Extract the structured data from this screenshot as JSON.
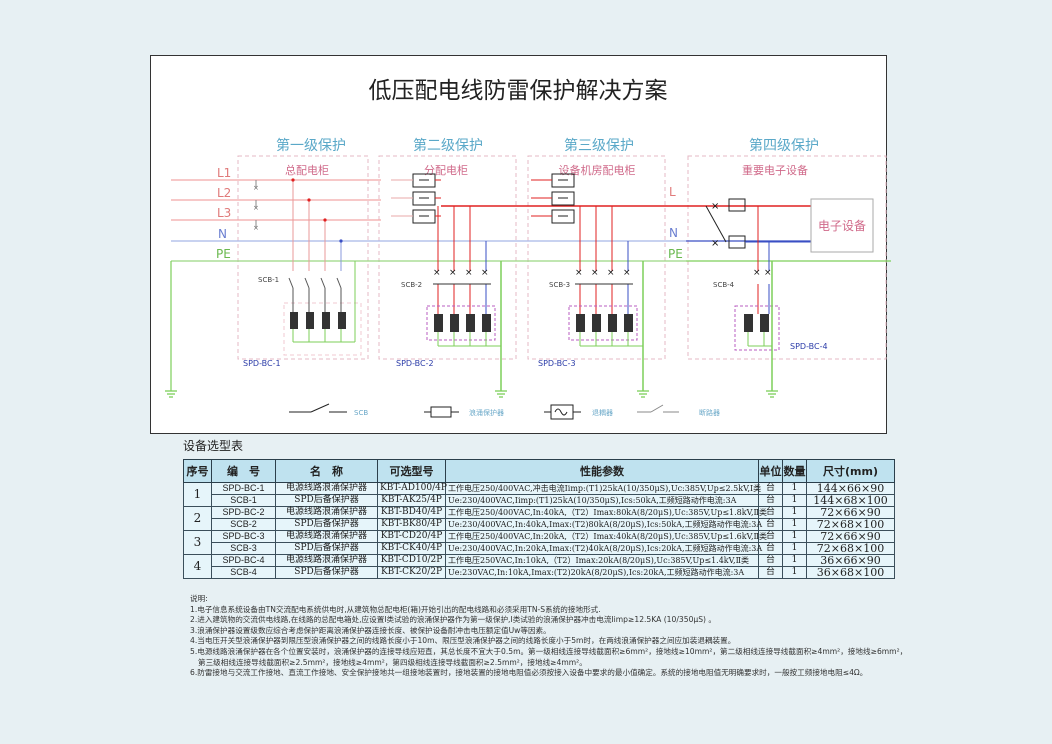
{
  "diagram": {
    "title": "低压配电线防雷保护解决方案",
    "levels": [
      {
        "name": "第一级保护",
        "cabinet": "总配电柜",
        "scb": "SCB-1",
        "spd": "SPD-BC-1"
      },
      {
        "name": "第二级保护",
        "cabinet": "分配电柜",
        "scb": "SCB-2",
        "spd": "SPD-BC-2"
      },
      {
        "name": "第三级保护",
        "cabinet": "设备机房配电柜",
        "scb": "SCB-3",
        "spd": "SPD-BC-3"
      },
      {
        "name": "第四级保护",
        "cabinet": "重要电子设备",
        "scb": "SCB-4",
        "spd": "SPD-BC-4"
      }
    ],
    "lines": [
      "L1",
      "L2",
      "L3",
      "N",
      "PE"
    ],
    "right_lines": [
      "L",
      "N",
      "PE"
    ],
    "device_label": "电子设备",
    "legend": {
      "scb": "SCB",
      "spd": "浪涌保护器",
      "decoupler": "退耦器",
      "breaker": "断路器"
    },
    "colors": {
      "L1": "#f0a4a4",
      "L2": "#f0a4a4",
      "L3": "#f0a4a4",
      "L": "#e02020",
      "N": "#3a4fc4",
      "PE": "#7dcf5a",
      "level_title": "#5aa8c8",
      "cabinet_title": "#d06a8a",
      "box_dash": "#e8c0c8",
      "spd_box": "#b85cc0"
    }
  },
  "table": {
    "title": "设备选型表",
    "headers": [
      "序号",
      "编　号",
      "名　称",
      "可选型号",
      "性能参数",
      "单位",
      "数量",
      "尺寸(mm)"
    ],
    "groups": [
      {
        "no": "1",
        "rows": [
          {
            "code": "SPD-BC-1",
            "name": "电源线路浪涌保护器",
            "model": "KBT-AD100/4P",
            "params": "工作电压250/400VAC,冲击电流Iimp:(T1)25kA(10/350μS),Uc:385V,Up≤2.5kV,I类",
            "unit": "台",
            "qty": "1",
            "size": "144×66×90"
          },
          {
            "code": "SCB-1",
            "name": "SPD后备保护器",
            "model": "KBT-AK25/4P",
            "params": "Ue:230/400VAC,Iimp:(T1)25kA(10/350μS),Ics:50kA,工频短路动作电流:3A",
            "unit": "台",
            "qty": "1",
            "size": "144×68×100"
          }
        ]
      },
      {
        "no": "2",
        "rows": [
          {
            "code": "SPD-BC-2",
            "name": "电源线路浪涌保护器",
            "model": "KBT-BD40/4P",
            "params": "工作电压250/400VAC,In:40kA,（T2）Imax:80kA(8/20μS),Uc:385V,Up≤1.8kV,Ⅱ类",
            "unit": "台",
            "qty": "1",
            "size": "72×66×90"
          },
          {
            "code": "SCB-2",
            "name": "SPD后备保护器",
            "model": "KBT-BK80/4P",
            "params": "Ue:230/400VAC,In:40kA,Imax:(T2)80kA(8/20μS),Ics:50kA,工频短路动作电流:3A",
            "unit": "台",
            "qty": "1",
            "size": "72×68×100"
          }
        ]
      },
      {
        "no": "3",
        "rows": [
          {
            "code": "SPD-BC-3",
            "name": "电源线路浪涌保护器",
            "model": "KBT-CD20/4P",
            "params": "工作电压250/400VAC,In:20kA,（T2）Imax:40kA(8/20μS),Uc:385V,Up≤1.6kV,Ⅱ类",
            "unit": "台",
            "qty": "1",
            "size": "72×66×90"
          },
          {
            "code": "SCB-3",
            "name": "SPD后备保护器",
            "model": "KBT-CK40/4P",
            "params": "Ue:230/400VAC,In:20kA,Imax:(T2)40kA(8/20μS),Ics:20kA,工频短路动作电流:3A",
            "unit": "台",
            "qty": "1",
            "size": "72×68×100"
          }
        ]
      },
      {
        "no": "4",
        "rows": [
          {
            "code": "SPD-BC-4",
            "name": "电源线路浪涌保护器",
            "model": "KBT-CD10/2P",
            "params": "工作电压250VAC,In:10kA,（T2）Imax:20kA(8/20μS),Uc:385V,Up≤1.4kV,Ⅱ类",
            "unit": "台",
            "qty": "1",
            "size": "36×66×90"
          },
          {
            "code": "SCB-4",
            "name": "SPD后备保护器",
            "model": "KBT-CK20/2P",
            "params": "Ue:230VAC,In:10kA,Imax:(T2)20kA(8/20μS),Ics:20kA,工频短路动作电流:3A",
            "unit": "台",
            "qty": "1",
            "size": "36×68×100"
          }
        ]
      }
    ]
  },
  "notes": {
    "title": "说明:",
    "items": [
      "1.电子信息系统设备由TN交流配电系统供电时,从建筑物总配电柜(箱)开始引出的配电线路和必须采用TN-S系统的接地形式.",
      "2.进入建筑物的交流供电线路,在线路的总配电箱处,应设置I类试验的浪涌保护器作为第一级保护,I类试验的浪涌保护器冲击电流Iimp≥12.5KA (10/350μS) 。",
      "3.浪涌保护器设置级数应综合考虑保护距离浪涌保护器连接长度、被保护设备耐冲击电压额定值Uw等因素。",
      "4.当电压开关型浪涌保护器到限压型浪涌保护器之间的线路长度小于10m、限压型浪涌保护器之间的线路长度小于5m时，在两线浪涌保护器之间应加装退耦装置。",
      "5.电源线路浪涌保护器在各个位置安装时，浪涌保护器的连接导线应短直，其总长度不宜大于0.5m。第一级相线连接导线截面积≥6mm²，接地线≥10mm²，第二级相线连接导线截面积≥4mm²，接地线≥6mm²，",
      "第三级相线连接导线截面积≥2.5mm²，接地线≥4mm²，第四级相线连接导线截面积≥2.5mm²，接地线≥4mm²。",
      "6.防雷接地与交流工作接地、直流工作接地、安全保护接地共一组接地装置时，接地装置的接地电阻值必须按接入设备中要求的最小值确定。系统的接地电阻值无明确要求时，一般按工频接地电阻≤4Ω。"
    ]
  }
}
